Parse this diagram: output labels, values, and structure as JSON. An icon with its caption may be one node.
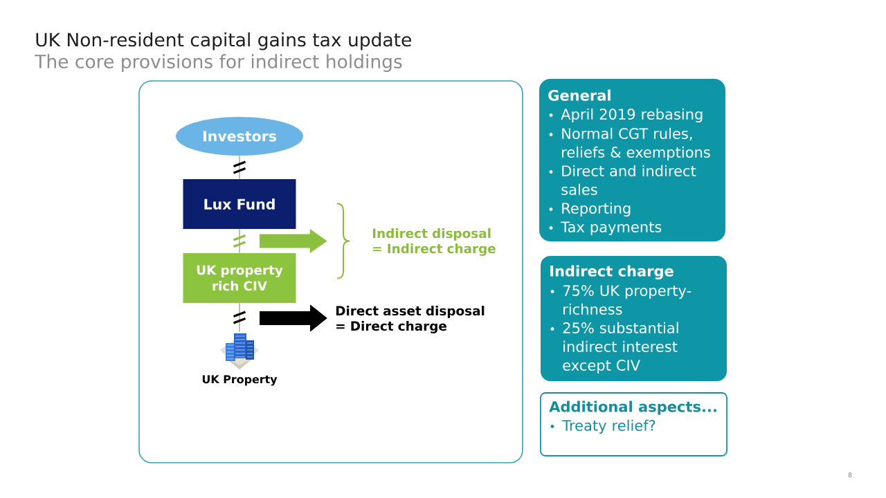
{
  "diagram": {
    "title": "UK Non-resident capital gains tax update",
    "nodes": [
      {
        "text": [],
        "shape": "box"
      },
      {
        "text": [
          "Investors"
        ],
        "in": 0
      },
      {
        "text": [
          "Lux Fund"
        ],
        "in": 0
      },
      {
        "text": [
          "UK property rich CIV"
        ],
        "in": 0
      },
      {
        "text": [],
        "shape": "picture",
        "beside": [
          "UK Property"
        ],
        "in": 0
      },
      {
        "text": [
          "Indirect disposal = Indirect charge"
        ],
        "in": 0
      },
      {
        "text": [
          "Direct asset disposal = Direct charge"
        ],
        "in": 0
      },
      {
        "text": [
          "General",
          "April 2019 rebasing",
          "Normal CGT rules, reliefs & exemptions",
          "Direct and indirect sales",
          "Reporting",
          "Tax payments"
        ]
      },
      {
        "text": [
          "Indirect charge",
          "75% UK property-richness",
          "25% substantial indirect interest except CIV"
        ]
      },
      {
        "text": [
          "Additional aspects...",
          "Treaty relief?"
        ]
      }
    ],
    "edges": [
      {
        "from": 1,
        "to": 2,
        "arrow": "none"
      },
      {
        "from": 2,
        "to": 3,
        "arrow": "none",
        "color": "#8cbf3f"
      },
      {
        "from": 3,
        "to": 4,
        "arrow": "none"
      },
      {
        "from": null,
        "to": 5,
        "arrow": "to",
        "style": "thick",
        "color": "#8cbf3f"
      },
      {
        "from": null,
        "to": 6,
        "arrow": "to",
        "style": "thick"
      }
    ],
    "labels": [
      "The core provisions for indirect holdings",
      "8"
    ]
  }
}
